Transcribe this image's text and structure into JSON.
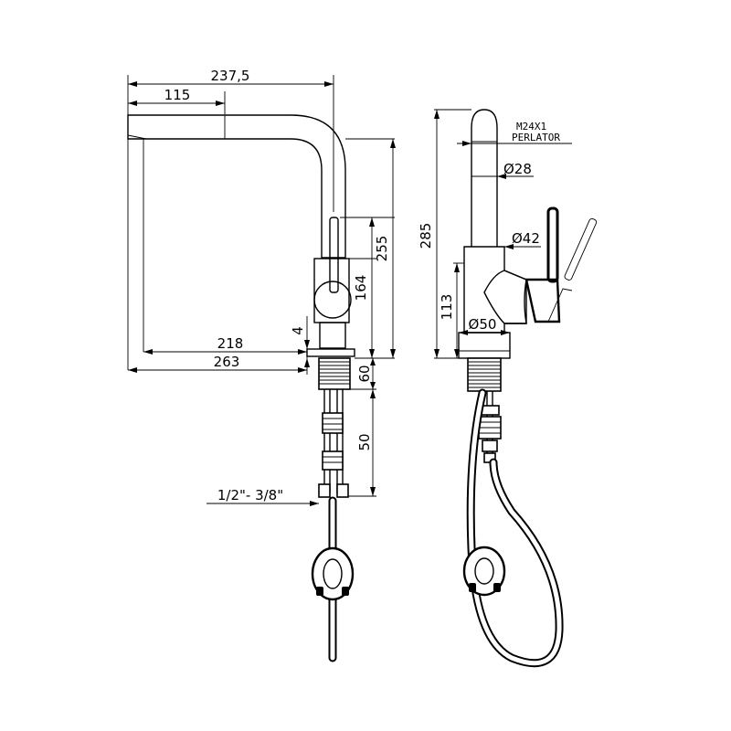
{
  "dimensions": {
    "width_total": "237,5",
    "spout_offset": "115",
    "height_spout": "255",
    "height_body": "164",
    "base_thickness": "4",
    "reach_inner": "218",
    "reach_outer": "263",
    "shank_thread": "60",
    "connector_length": "50",
    "hose_thread": "1/2\"- 3/8\"",
    "total_height": "285",
    "body_height": "113",
    "diameter_spout": "Ø28",
    "diameter_body": "Ø42",
    "diameter_base": "Ø50"
  },
  "labels": {
    "aerator_thread": "M24X1",
    "aerator": "PERLATOR"
  }
}
